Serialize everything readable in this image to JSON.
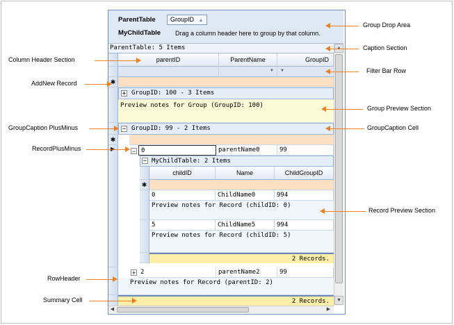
{
  "group_drop": {
    "parent_table": "ParentTable",
    "group_chip": "GroupID",
    "child_table": "MyChildTable",
    "hint": "Drag a column header here to group by that column."
  },
  "caption": "ParentTable: 5 Items",
  "columns": [
    "parentID",
    "ParentName",
    "GroupID"
  ],
  "groups": [
    {
      "caption": "GroupID: 100 - 3 Items",
      "preview": "Preview notes for Group (GroupID: 100)"
    },
    {
      "caption": "GroupID: 99 - 2 Items"
    }
  ],
  "record1": {
    "parentID": "0",
    "parentName": "parentName0",
    "groupID": "99"
  },
  "child": {
    "caption": "MyChildTable: 2 Items",
    "columns": [
      "childID",
      "Name",
      "ChildGroupID"
    ],
    "rows": [
      {
        "childID": "0",
        "name": "ChildName0",
        "childGroupID": "994",
        "preview": "Preview notes for Record (childID: 0)"
      },
      {
        "childID": "5",
        "name": "ChildName5",
        "childGroupID": "994",
        "preview": "Preview notes for Record (childID: 5)"
      }
    ],
    "summary": "2 Records."
  },
  "record2": {
    "parentID": "2",
    "parentName": "parentName2",
    "groupID": "99",
    "preview": "Preview notes for Record (parentID: 2)"
  },
  "summary": "2 Records.",
  "symbols": {
    "star": "✱",
    "plus": "+",
    "minus": "−",
    "current": "▶",
    "sort": "▲",
    "filter": "▼"
  },
  "callouts": {
    "group_drop_area": "Group Drop Area",
    "caption_section": "Caption Section",
    "column_header_section": "Column Header Section",
    "filter_bar_row": "Filter Bar Row",
    "addnew_record": "AddNew Record",
    "group_preview_section": "Group Preview Section",
    "groupcaption_plusminus": "GroupCaption PlusMinus",
    "groupcaption_cell": "GroupCaption Cell",
    "record_plusminus": "RecordPlusMinus",
    "record_preview_section": "Record Preview Section",
    "rowheader": "RowHeader",
    "summary_cell": "Summary Cell"
  },
  "icons": [
    "asterisk-icon",
    "plus-icon",
    "minus-icon",
    "row-pointer-icon",
    "sort-ascending-icon",
    "filter-dropdown-icon",
    "arrow-left-icon",
    "arrow-right-icon",
    "arrow-up-icon",
    "arrow-down-icon"
  ],
  "colors": {
    "callout_arrow": "#f08020",
    "addnew_row": "#fde0c3",
    "group_preview": "#fdfad8",
    "summary_row": "#fdeea8"
  }
}
